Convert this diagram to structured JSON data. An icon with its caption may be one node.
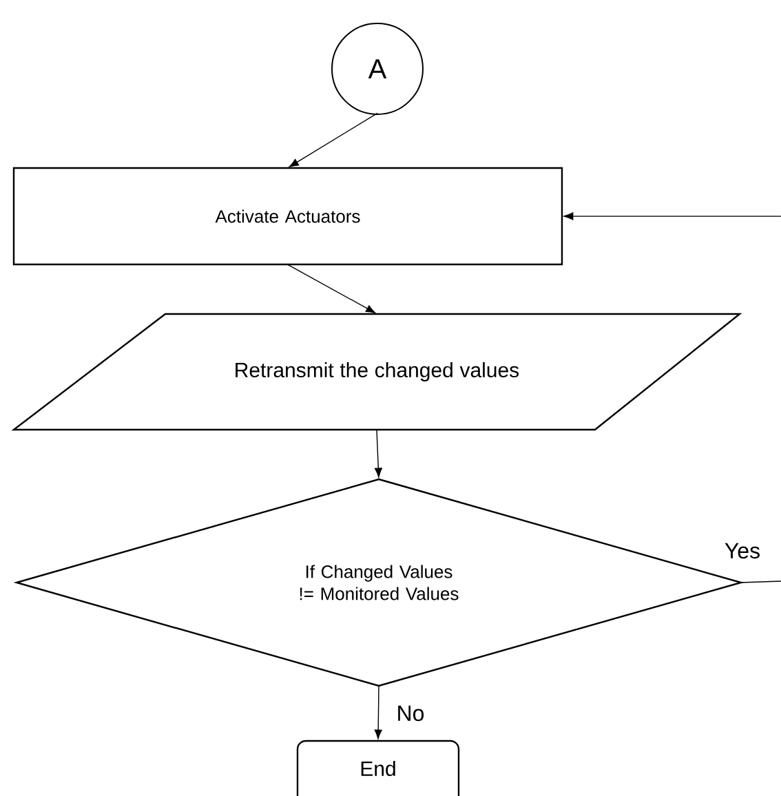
{
  "diagram": {
    "nodes": [
      {
        "text": [
          "A"
        ]
      },
      {
        "text": [
          "Activate Actuators"
        ]
      },
      {
        "text": [
          "Retransmit the changed values"
        ]
      },
      {
        "text": [
          "If Changed Values != Monitored Values"
        ]
      },
      {
        "text": [
          "End"
        ]
      }
    ],
    "edges": [
      {
        "from": 0,
        "to": 1,
        "arrow": "to"
      },
      {
        "from": 1,
        "to": 2,
        "arrow": "to"
      },
      {
        "from": 2,
        "to": 3,
        "arrow": "to"
      },
      {
        "from": 3,
        "to": 4,
        "arrow": "to",
        "label": "No"
      },
      {
        "from": 3,
        "to": null,
        "arrow": "none",
        "label": "Yes"
      },
      {
        "from": null,
        "to": 1,
        "arrow": "to"
      }
    ]
  }
}
